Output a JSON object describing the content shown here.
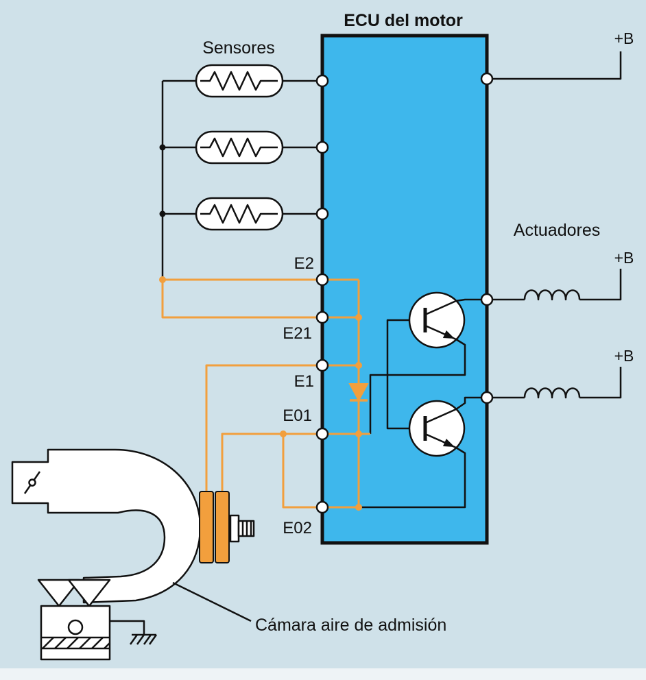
{
  "title": "ECU del motor",
  "labels": {
    "sensors": "Sensores",
    "actuators": "Actuadores",
    "intake": "Cámara aire de admisión"
  },
  "terminals": {
    "e2": "E2",
    "e21": "E21",
    "e1": "E1",
    "e01": "E01",
    "e02": "E02"
  },
  "power": {
    "b_top": "+B",
    "b_mid": "+B",
    "b_bot": "+B"
  },
  "colors": {
    "background": "#cfe1e9",
    "ecu_fill": "#3eb7ec",
    "wire_orange": "#f29f3d",
    "outline": "#111111"
  }
}
